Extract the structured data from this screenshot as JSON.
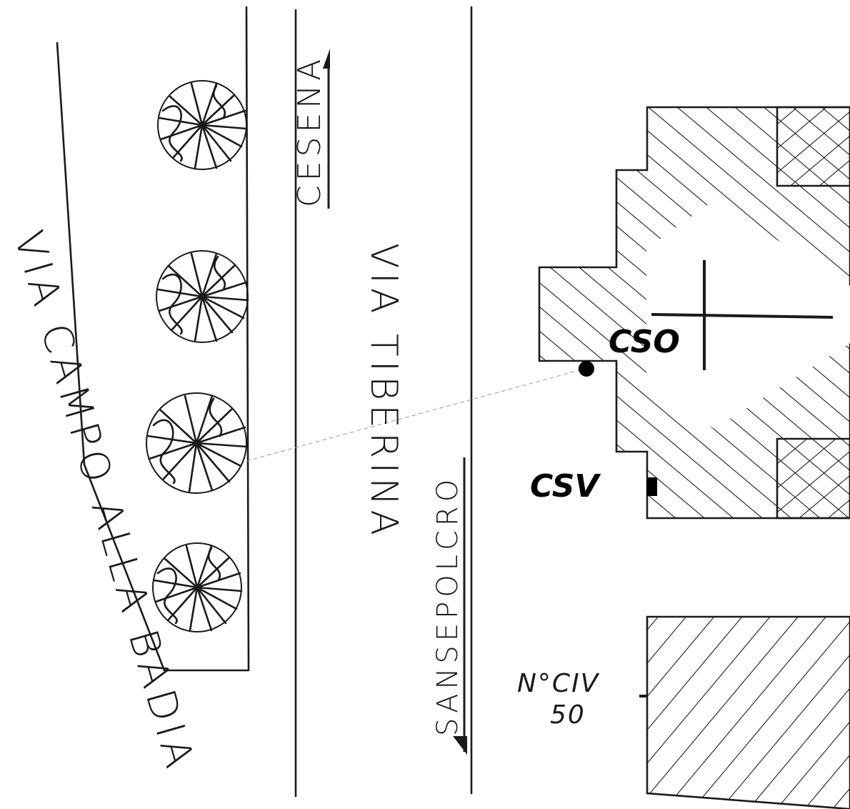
{
  "streets": {
    "via_campo_alla_badia": "VIA CAMPO ALLA BADIA",
    "via_tiberina": "VIA TIBERINA"
  },
  "directions": {
    "north": "CESENA",
    "south": "SANSEPOLCRO"
  },
  "markers": {
    "cso": "CSO",
    "csv": "CSV"
  },
  "house_number": {
    "label": "N°CIV",
    "value": "50"
  },
  "colors": {
    "ink": "#1a1a1a",
    "paper": "#ffffff"
  }
}
